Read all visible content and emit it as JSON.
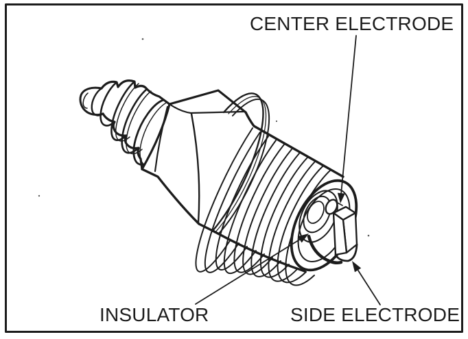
{
  "figure": {
    "kind": "technical-line-drawing",
    "illustration": "spark-plug",
    "ink_color": "#1c1c1c",
    "background_color": "#ffffff",
    "callouts": [
      {
        "id": "center-electrode",
        "label": "CENTER ELECTRODE"
      },
      {
        "id": "insulator",
        "label": "INSULATOR"
      },
      {
        "id": "side-electrode",
        "label": "SIDE ELECTRODE"
      }
    ]
  }
}
